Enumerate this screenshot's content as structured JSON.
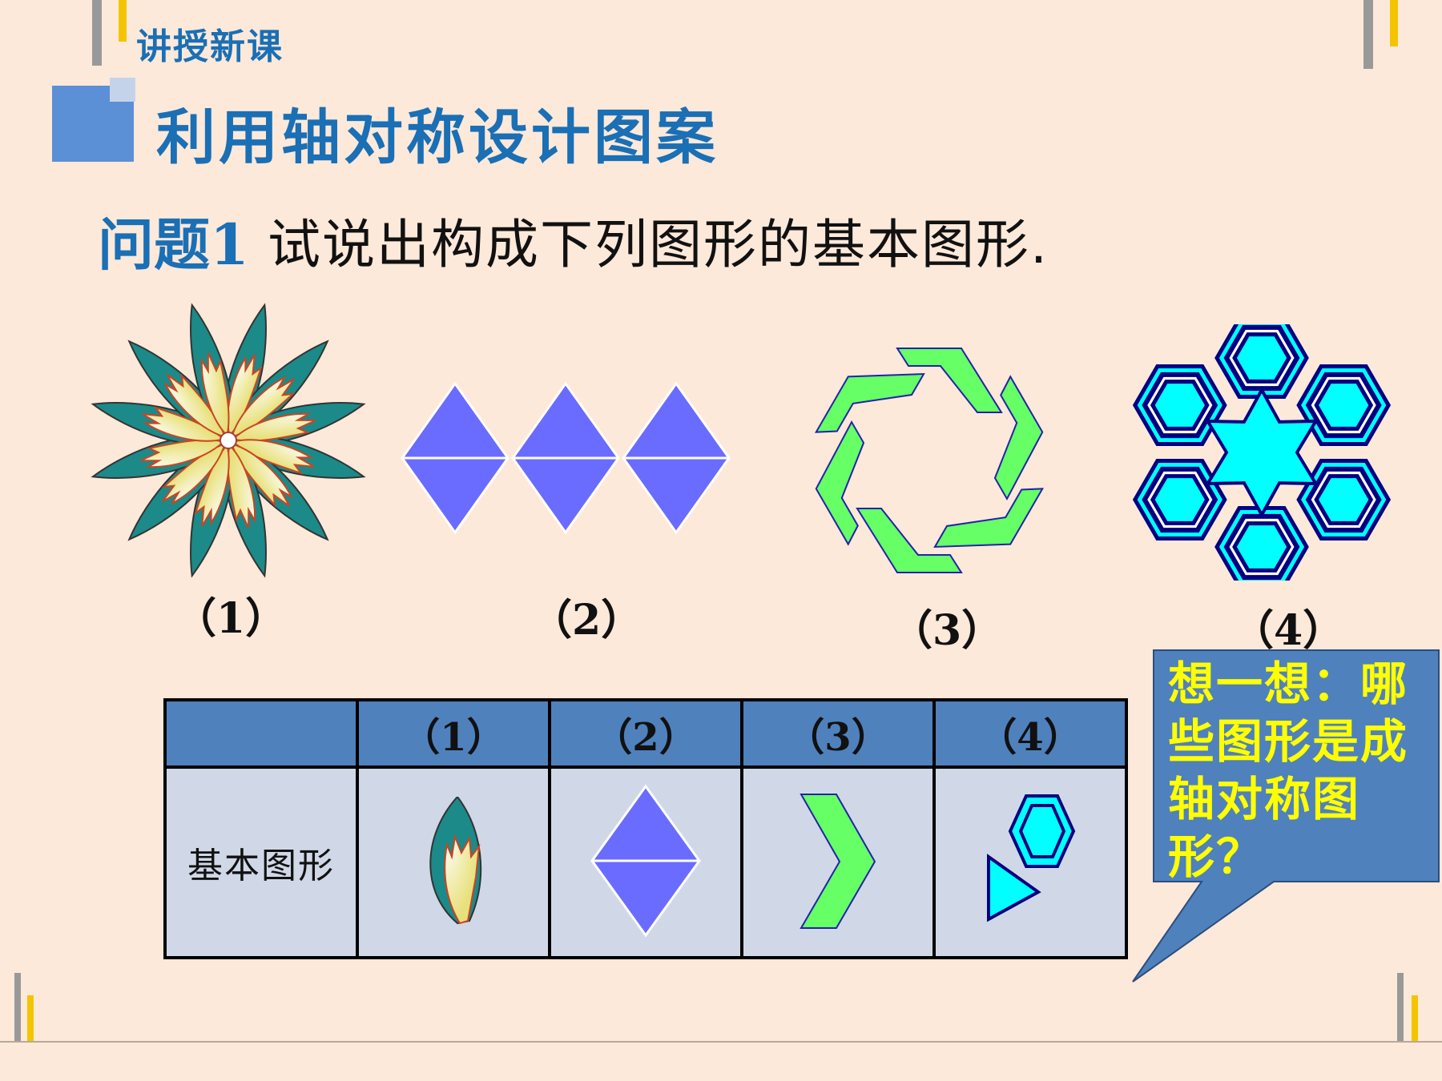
{
  "header": {
    "section_label": "讲授新课",
    "heading": "利用轴对称设计图案"
  },
  "question": {
    "label": "问题1",
    "text": "试说出构成下列图形的基本图形."
  },
  "figures": [
    {
      "label": "（1）",
      "icon": "star-flower-icon"
    },
    {
      "label": "（2）",
      "icon": "three-rhombus-icon"
    },
    {
      "label": "（3）",
      "icon": "hexagonal-chevron-icon"
    },
    {
      "label": "（4）",
      "icon": "hexagon-star-icon"
    }
  ],
  "table": {
    "headers": [
      "",
      "（1）",
      "（2）",
      "（3）",
      "（4）"
    ],
    "row_label": "基本图形"
  },
  "callout": {
    "text": "想一想：哪些图形是成轴对称图形？"
  },
  "colors": {
    "background": "#fde9da",
    "accent_blue": "#1a6fb5",
    "rhombus": "#6a6cff",
    "green": "#66ff66",
    "cyan": "#00ffff",
    "navy": "#000080",
    "teal": "#1b8a88",
    "callout_fill": "#4f81bd",
    "callout_text": "#ffff00"
  }
}
